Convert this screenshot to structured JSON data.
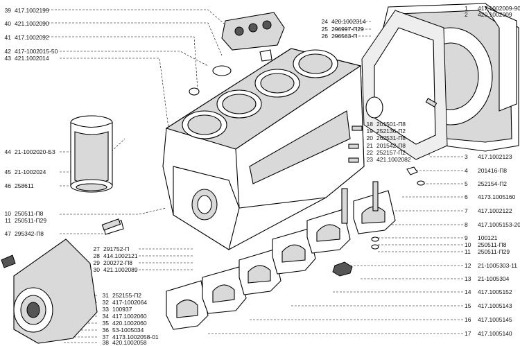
{
  "callouts_left": [
    {
      "num": "39",
      "code": "417.1002199"
    },
    {
      "num": "40",
      "code": "421.1002090"
    },
    {
      "num": "41",
      "code": "417.1002092"
    },
    {
      "num": "42",
      "code": "417-1002015-50"
    },
    {
      "num": "43",
      "code": "421.1002014"
    },
    {
      "num": "44",
      "code": "21-1002020-БЗ"
    },
    {
      "num": "45",
      "code": "21-1002024"
    },
    {
      "num": "46",
      "code": "258611"
    },
    {
      "num": "10",
      "code": "250511-П8"
    },
    {
      "num": "11",
      "code": "250511-П29"
    },
    {
      "num": "47",
      "code": "295342-П8"
    }
  ],
  "callouts_mid_bottom": [
    {
      "num": "27",
      "code": "291752-П"
    },
    {
      "num": "28",
      "code": "414.1002121"
    },
    {
      "num": "29",
      "code": "200272-П8"
    },
    {
      "num": "30",
      "code": "421.1002089"
    },
    {
      "num": "31",
      "code": "252155-П2"
    },
    {
      "num": "32",
      "code": "417-1002064"
    },
    {
      "num": "33",
      "code": "100937"
    },
    {
      "num": "34",
      "code": "417.1002060"
    },
    {
      "num": "35",
      "code": "420.1002060"
    },
    {
      "num": "36",
      "code": "53-1005034"
    },
    {
      "num": "37",
      "code": "4173.1002058-01"
    },
    {
      "num": "38",
      "code": "420.1002058"
    }
  ],
  "callouts_top_mid": [
    {
      "num": "24",
      "code": "420.1002314"
    },
    {
      "num": "25",
      "code": "296997-П29"
    },
    {
      "num": "26",
      "code": "296563-П"
    }
  ],
  "callouts_mid_right": [
    {
      "num": "18",
      "code": "201501-П8"
    },
    {
      "num": "19",
      "code": "252136-П2"
    },
    {
      "num": "20",
      "code": "262531-П8"
    },
    {
      "num": "21",
      "code": "201542-П8"
    },
    {
      "num": "22",
      "code": "252157-П2"
    },
    {
      "num": "23",
      "code": "421.1002082"
    }
  ],
  "callouts_right": [
    {
      "num": "1",
      "code": "417.1002009-90"
    },
    {
      "num": "2",
      "code": "420.1002009"
    },
    {
      "num": "3",
      "code": "417.1002123"
    },
    {
      "num": "4",
      "code": "201416-П8"
    },
    {
      "num": "5",
      "code": "252154-П2"
    },
    {
      "num": "6",
      "code": "4173.1005160"
    },
    {
      "num": "7",
      "code": "417.1002122"
    },
    {
      "num": "8",
      "code": "417.1005153-20"
    },
    {
      "num": "9",
      "code": "100121"
    },
    {
      "num": "10",
      "code": "250511-П8"
    },
    {
      "num": "11",
      "code": "250511-П29"
    },
    {
      "num": "12",
      "code": "21-1005303-11"
    },
    {
      "num": "13",
      "code": "21-1005304"
    },
    {
      "num": "14",
      "code": "417.1005152"
    },
    {
      "num": "15",
      "code": "417.1005143"
    },
    {
      "num": "16",
      "code": "417.1005145"
    },
    {
      "num": "17",
      "code": "417.1005140"
    }
  ]
}
